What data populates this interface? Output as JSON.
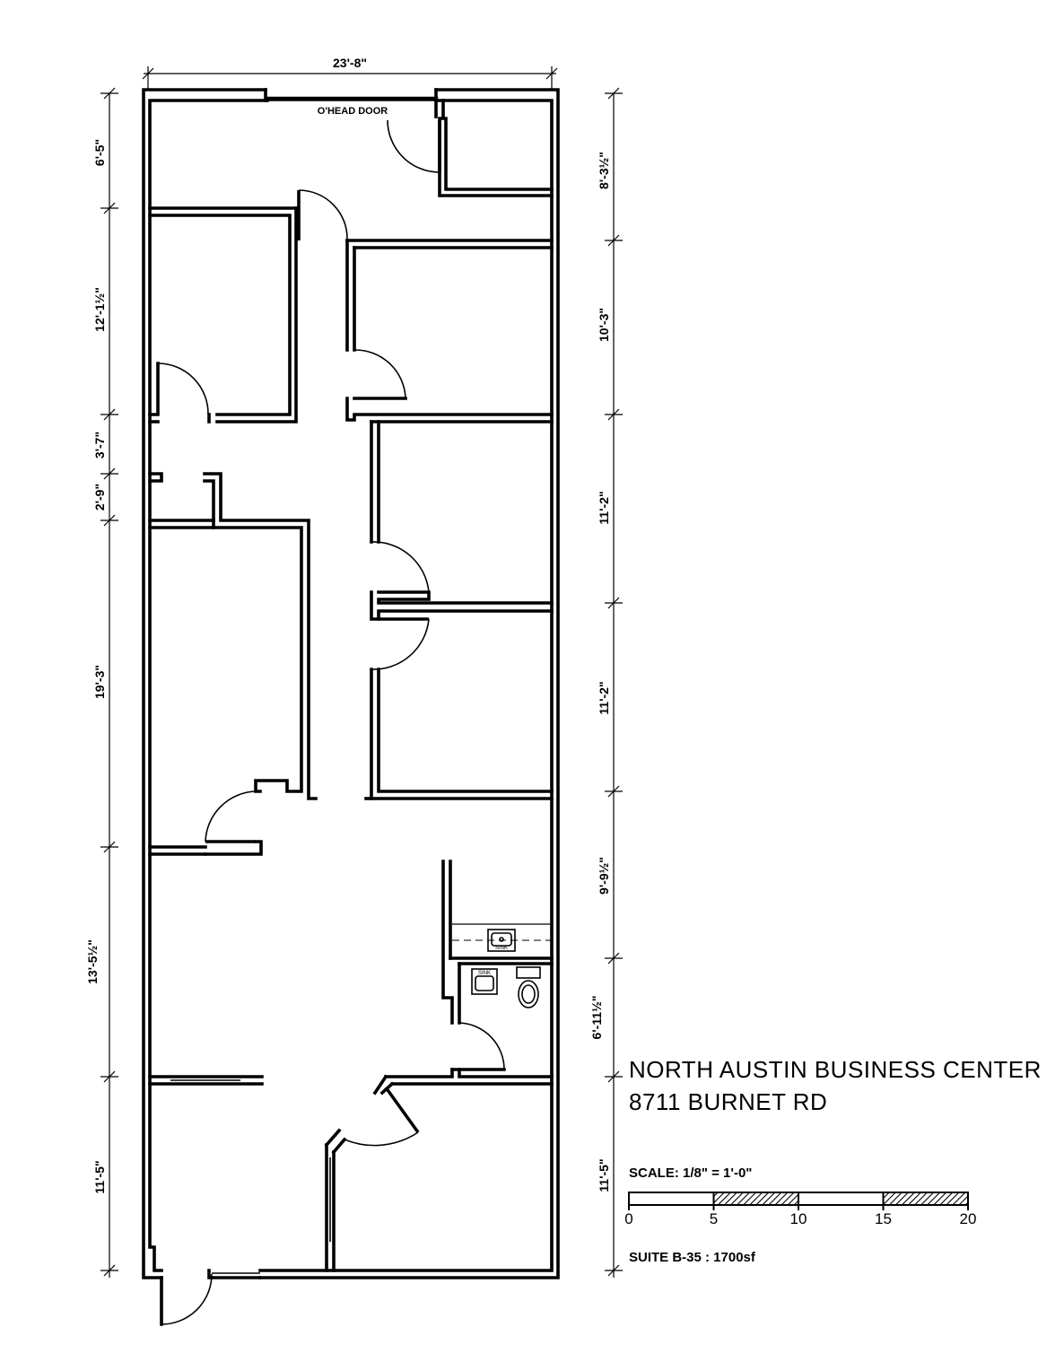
{
  "dimensions": {
    "top": "23'-8\"",
    "left": [
      "6'-5\"",
      "12'-1½\"",
      "3'-7\"",
      "2'-9\"",
      "19'-3\"",
      "13'-5½\"",
      "11'-5\""
    ],
    "right": [
      "8'-3½\"",
      "10'-3\"",
      "11'-2\"",
      "11'-2\"",
      "9'-9½\"",
      "6'-11½\"",
      "11'-5\""
    ]
  },
  "labels": {
    "overhead_door": "O'HEAD DOOR",
    "sink": "SINK",
    "sink2": "SINK"
  },
  "title_block": {
    "name": "NORTH AUSTIN BUSINESS CENTER",
    "address": "8711 BURNET RD",
    "scale_text": "SCALE: 1/8\" = 1'-0\"",
    "suite": "SUITE B-35 : 1700sf"
  },
  "scale_bar": {
    "ticks": [
      "0",
      "5",
      "10",
      "15",
      "20"
    ],
    "hatched_segments": [
      1,
      3
    ]
  },
  "colors": {
    "ink": "#000000",
    "paper": "#ffffff"
  }
}
